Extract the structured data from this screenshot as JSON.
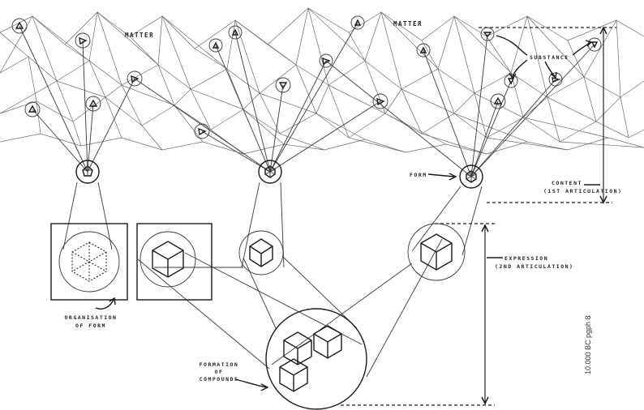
{
  "labels": {
    "matter_left": "MATTER",
    "matter_right": "MATTER",
    "substance": "SUBSTANCE",
    "form": "FORM",
    "content": "CONTENT",
    "content_sub": "(1ST ARTICULATION)",
    "expression": "EXPRESSION",
    "expression_sub": "(2ND ARTICULATION)",
    "organisation_1": "ORGANISATION",
    "organisation_2": "OF FORM",
    "formation_1": "FORMATION",
    "formation_2": "OF",
    "formation_3": "COMPOUNDS",
    "credit": "10.000 BC pgph 8"
  }
}
